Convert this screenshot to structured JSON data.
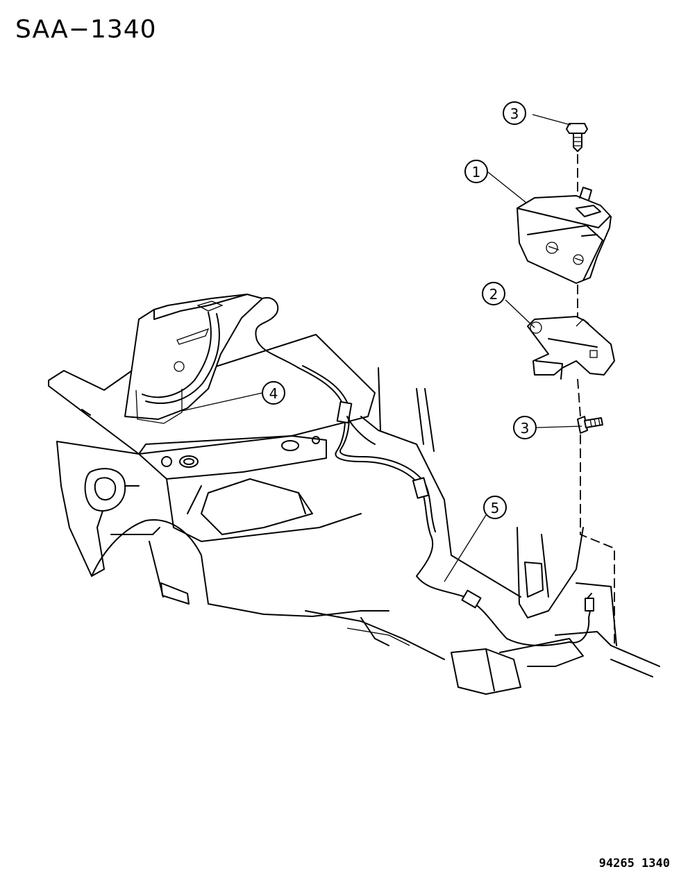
{
  "diagram_code": "SAA−1340",
  "figure_number": "94265  1340",
  "callouts": [
    {
      "label": "1"
    },
    {
      "label": "2"
    },
    {
      "label": "3"
    },
    {
      "label": "3"
    },
    {
      "label": "4"
    },
    {
      "label": "5"
    }
  ]
}
